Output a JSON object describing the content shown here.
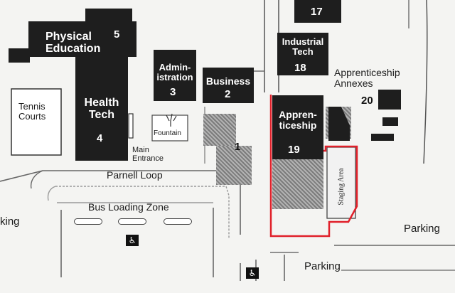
{
  "buildings": {
    "physical_education": {
      "name": "Physical\nEducation",
      "number": "5"
    },
    "health_tech": {
      "name": "Health\nTech",
      "number": "4"
    },
    "administration": {
      "name": "Admin-\nistration",
      "number": "3"
    },
    "business": {
      "name": "Business",
      "number": "2"
    },
    "industrial_tech": {
      "name": "Industrial\nTech",
      "number": "18"
    },
    "building_17": {
      "number": "17"
    },
    "apprenticeship": {
      "name": "Appren-\nticeship",
      "number": "19"
    },
    "apprenticeship_annexes": {
      "name": "Apprenticeship\nAnnexes",
      "number": "20"
    },
    "building_1": {
      "number": "1"
    }
  },
  "labels": {
    "tennis_courts": "Tennis\nCourts",
    "fountain": "Fountain",
    "main_entrance": "Main\nEntrance",
    "parnell_loop": "Parnell Loop",
    "bus_loading_zone": "Bus Loading Zone",
    "staging_area": "Staging Area",
    "parking_left": "king",
    "parking_right": "Parking",
    "parking_bottom": "Parking"
  },
  "icons": {
    "accessible_parking": "wheelchair-icon",
    "accessible_symbol": "♿"
  },
  "colors": {
    "building": "#1e1e1e",
    "highlight_outline": "#e0202a"
  }
}
